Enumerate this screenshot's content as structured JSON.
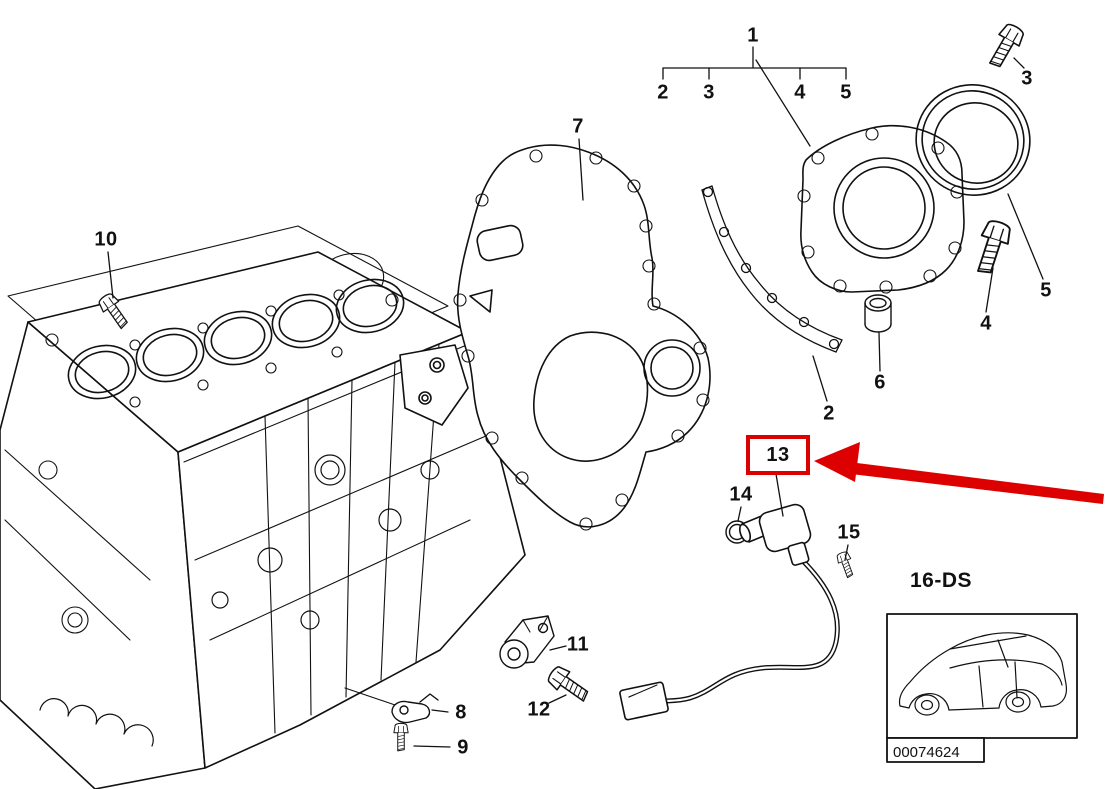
{
  "colors": {
    "background": "#ffffff",
    "line": "#000000",
    "highlight": "#dd0000"
  },
  "labels": {
    "n1": "1",
    "n2": "2",
    "n3": "3",
    "n4": "4",
    "n5": "5",
    "n6": "6",
    "n7": "7",
    "n8": "8",
    "n9": "9",
    "n10": "10",
    "n11": "11",
    "n12": "12",
    "n13": "13",
    "n14": "14",
    "n15": "15"
  },
  "inset": {
    "code": "16-DS",
    "part_number": "00074624"
  }
}
